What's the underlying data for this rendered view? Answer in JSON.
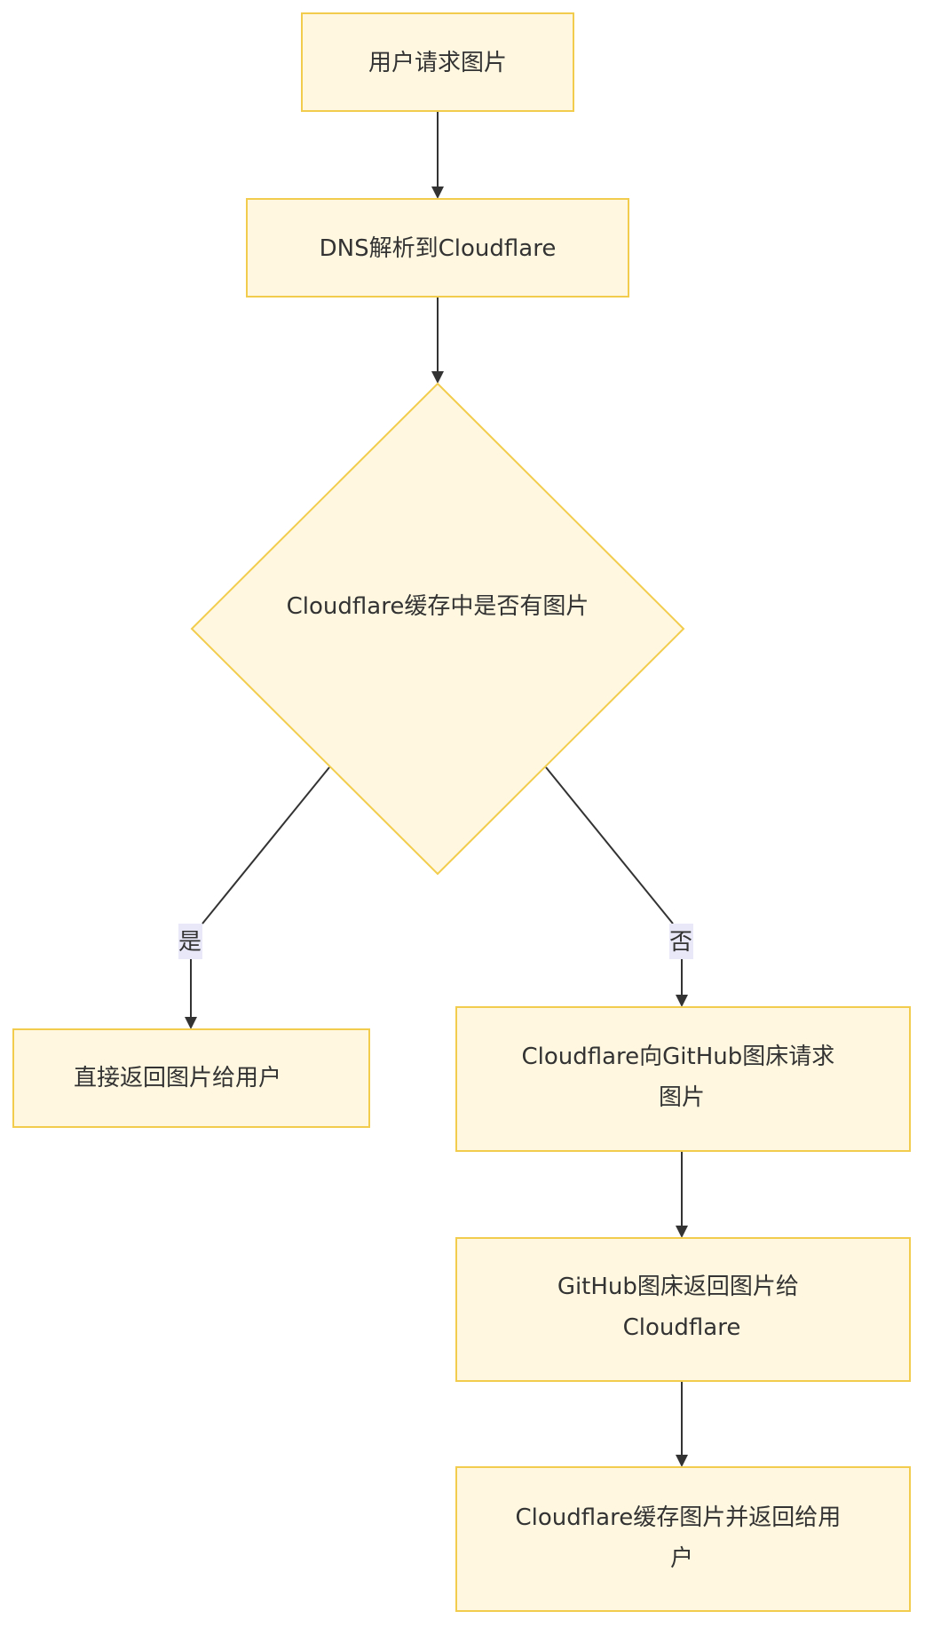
{
  "nodes": {
    "user_request": {
      "lines": [
        "用户请求图片"
      ]
    },
    "dns_resolve": {
      "lines": [
        "DNS解析到Cloudflare"
      ]
    },
    "cache_check": {
      "lines": [
        "Cloudflare缓存中是否有图片"
      ]
    },
    "return_direct": {
      "lines": [
        "直接返回图片给用户"
      ]
    },
    "request_github": {
      "lines": [
        "Cloudflare向GitHub图床请求",
        "图片"
      ]
    },
    "github_returns": {
      "lines": [
        "GitHub图床返回图片给",
        "Cloudflare"
      ]
    },
    "cache_and_return": {
      "lines": [
        "Cloudflare缓存图片并返回给用",
        "户"
      ]
    }
  },
  "edge_labels": {
    "yes": "是",
    "no": "否"
  },
  "colors": {
    "node_fill": "#fff7df",
    "node_stroke": "#f2cd4d",
    "edge": "#333333",
    "label_bg": "#e8e8f8"
  }
}
